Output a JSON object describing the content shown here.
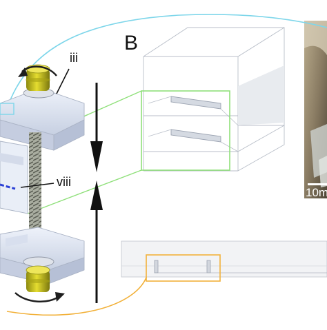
{
  "panel": {
    "letter": "B"
  },
  "callouts": {
    "top_label": "iii",
    "middle_label": "viii"
  },
  "scale_bar": {
    "text": "10m"
  },
  "colors": {
    "cyan_connector": "#7ed6ea",
    "green_connector": "#8fe07a",
    "orange_connector": "#f2b13a",
    "knob": "#c9c21a",
    "plate": "#dfe6f2",
    "photo_bg": "#8d8068"
  },
  "icons": [
    "arrow-up-icon",
    "arrow-down-icon",
    "rotate-arrow-icon"
  ]
}
